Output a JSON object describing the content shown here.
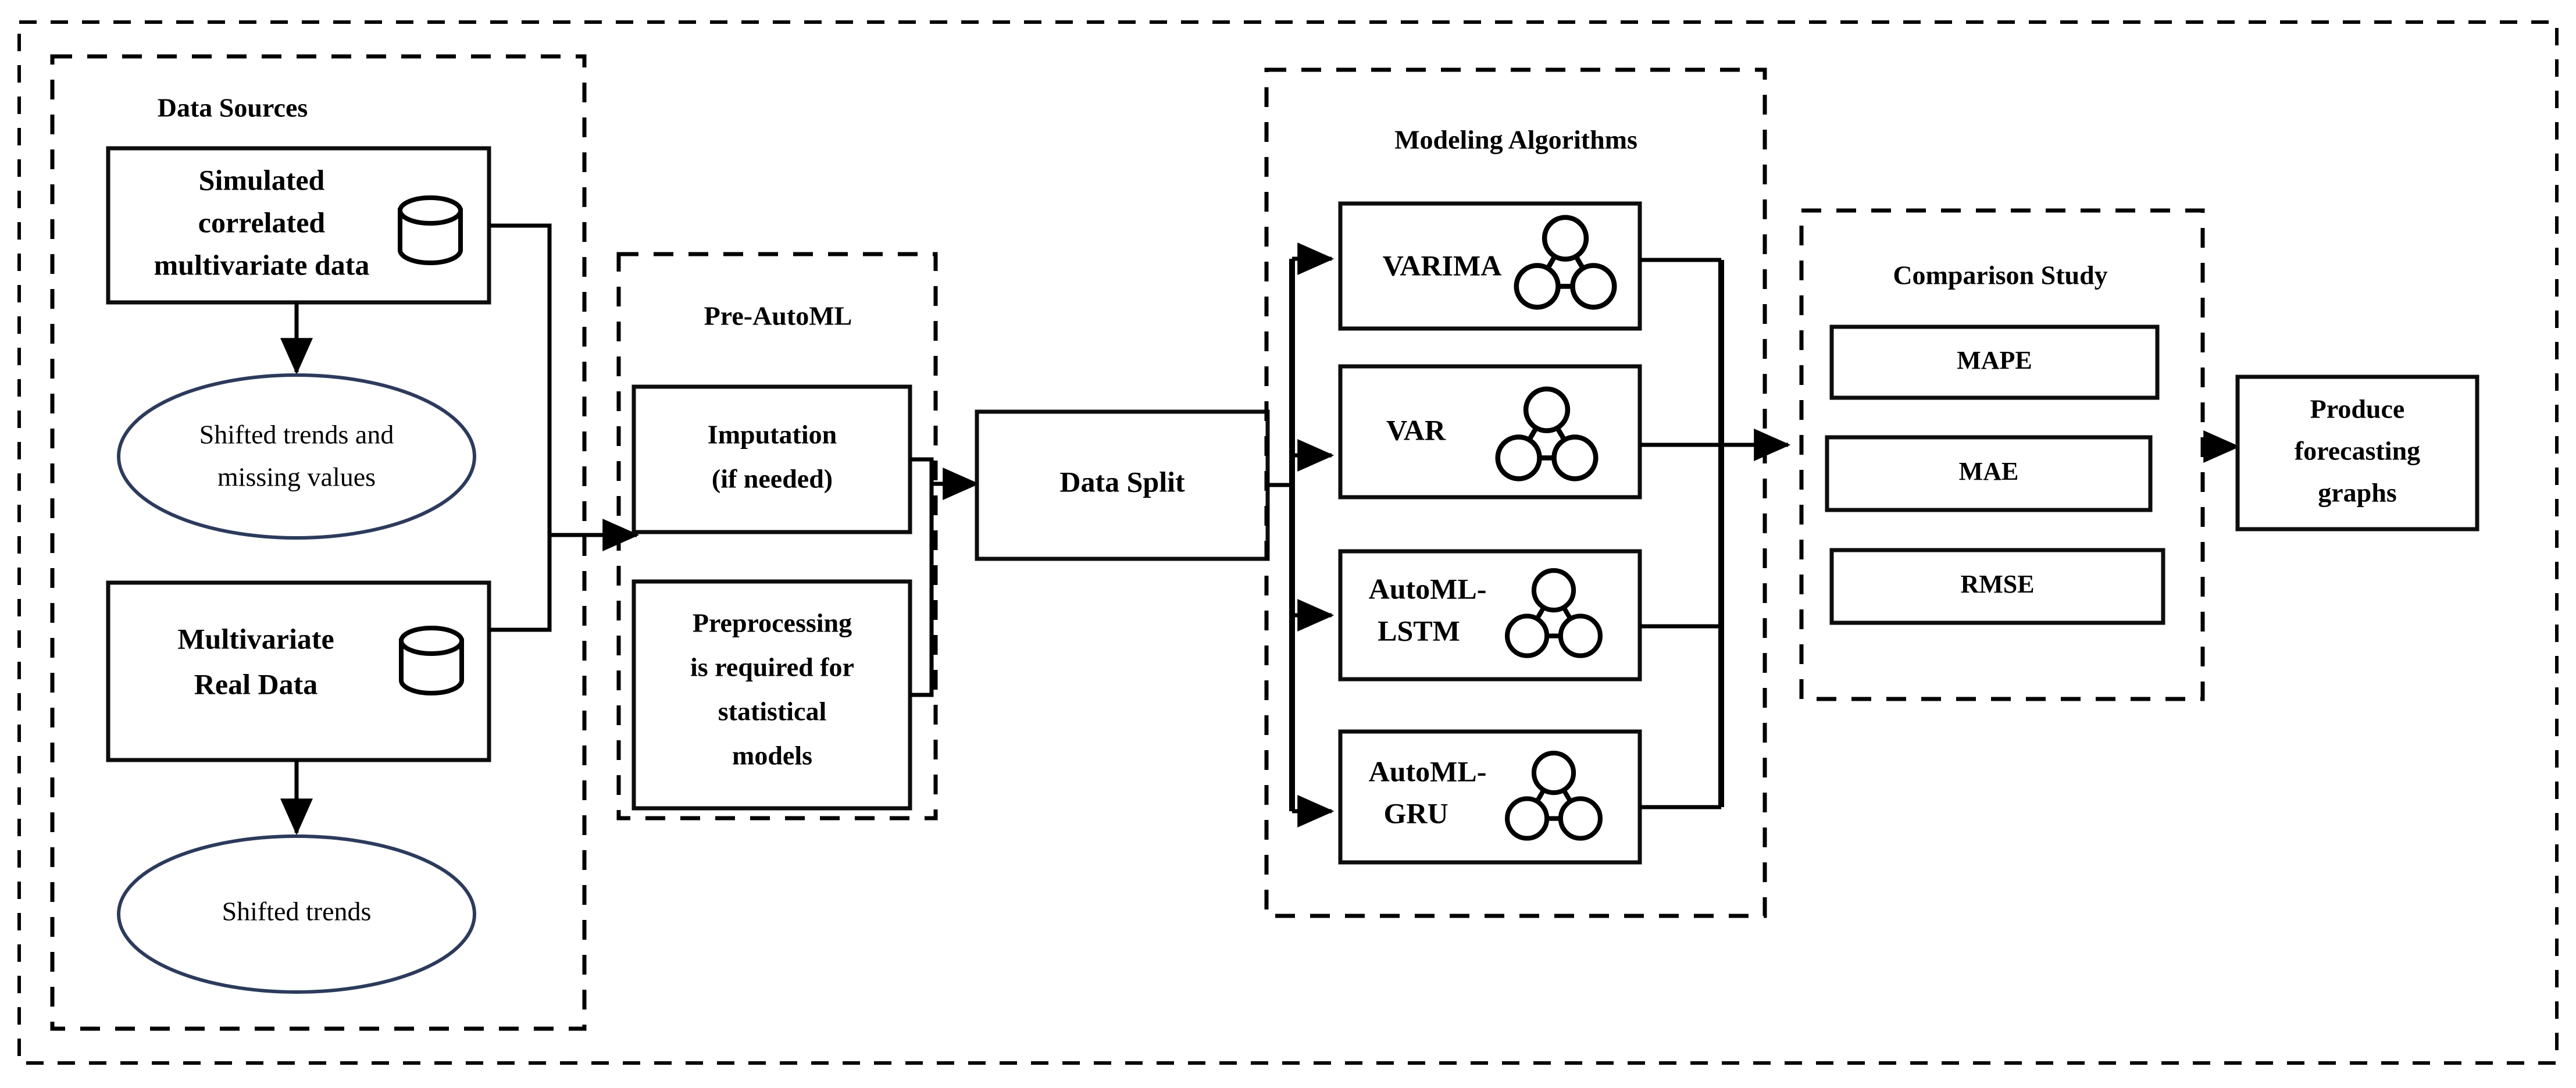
{
  "diagram": {
    "title": "AutoML multivariate time-series forecasting workflow",
    "colors": {
      "line": "#000000",
      "ellipse_stroke": "#2c3b5c",
      "background": "#ffffff"
    }
  },
  "groups": {
    "data_sources": {
      "title": "Data Sources"
    },
    "pre_automl": {
      "title": "Pre-AutoML"
    },
    "modeling": {
      "title": "Modeling Algorithms"
    },
    "comparison": {
      "title": "Comparison Study"
    }
  },
  "data_sources": {
    "simulated_box": {
      "line1": "Simulated",
      "line2": "correlated",
      "line3": "multivariate data",
      "icon": "database-icon"
    },
    "simulated_outcome": {
      "line1": "Shifted trends and",
      "line2": "missing values"
    },
    "real_box": {
      "line1": "Multivariate",
      "line2": "Real Data",
      "icon": "database-icon"
    },
    "real_outcome": {
      "line1": "Shifted trends"
    }
  },
  "pre_automl": {
    "imputation": {
      "line1": "Imputation",
      "line2": "(if needed)"
    },
    "preprocessing": {
      "line1": "Preprocessing",
      "line2": "is required for",
      "line3": "statistical",
      "line4": "models"
    }
  },
  "data_split": {
    "label": "Data Split"
  },
  "models": [
    {
      "name": "varima",
      "line1": "VARIMA",
      "line2": "",
      "icon": "neural-network-icon"
    },
    {
      "name": "var",
      "line1": "VAR",
      "line2": "",
      "icon": "neural-network-icon"
    },
    {
      "name": "automl-lstm",
      "line1": "AutoML-",
      "line2": "LSTM",
      "icon": "neural-network-icon"
    },
    {
      "name": "automl-gru",
      "line1": "AutoML-",
      "line2": "GRU",
      "icon": "neural-network-icon"
    }
  ],
  "metrics": [
    {
      "name": "mape",
      "label": "MAPE"
    },
    {
      "name": "mae",
      "label": "MAE"
    },
    {
      "name": "rmse",
      "label": "RMSE"
    }
  ],
  "output": {
    "line1": "Produce",
    "line2": "forecasting",
    "line3": "graphs"
  }
}
